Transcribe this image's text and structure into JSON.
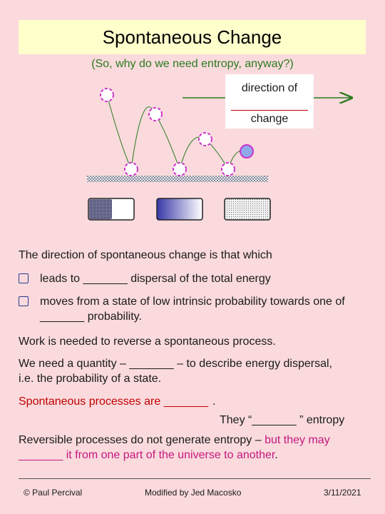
{
  "title": "Spontaneous Change",
  "subtitle": "(So, why do we need entropy, anyway?)",
  "direction_box": {
    "line1": "direction of",
    "line3": "change"
  },
  "paragraphs": {
    "intro": "The direction of spontaneous change is that which",
    "bullet1": "leads to _______ dispersal of the total energy",
    "bullet2": "moves from a state of low intrinsic probability towards one of _______ probability.",
    "work": "Work is needed to reverse a spontaneous process.",
    "quantity": "We need a quantity – _______ – to describe energy dispersal, i.e. the probability of a state.",
    "spont_a": "Spontaneous processes are _______",
    "spont_b": ".",
    "they": "They “_______ ” entropy",
    "rev_a": "Reversible processes do not generate entropy – ",
    "rev_b": "but they may",
    "rev_c": " _______ it from one part of the universe to another",
    "rev_d": "."
  },
  "footer": {
    "left": "© Paul Percival",
    "center": "Modified by Jed Macosko",
    "right": "3/11/2021"
  },
  "colors": {
    "background": "#fadadd",
    "title_bg": "#ffffcc",
    "green": "#2b7a1f",
    "red": "#c00000",
    "pink": "#c4177d",
    "ball": "#cc33cc",
    "ball_fill": "#8fa8e8"
  }
}
